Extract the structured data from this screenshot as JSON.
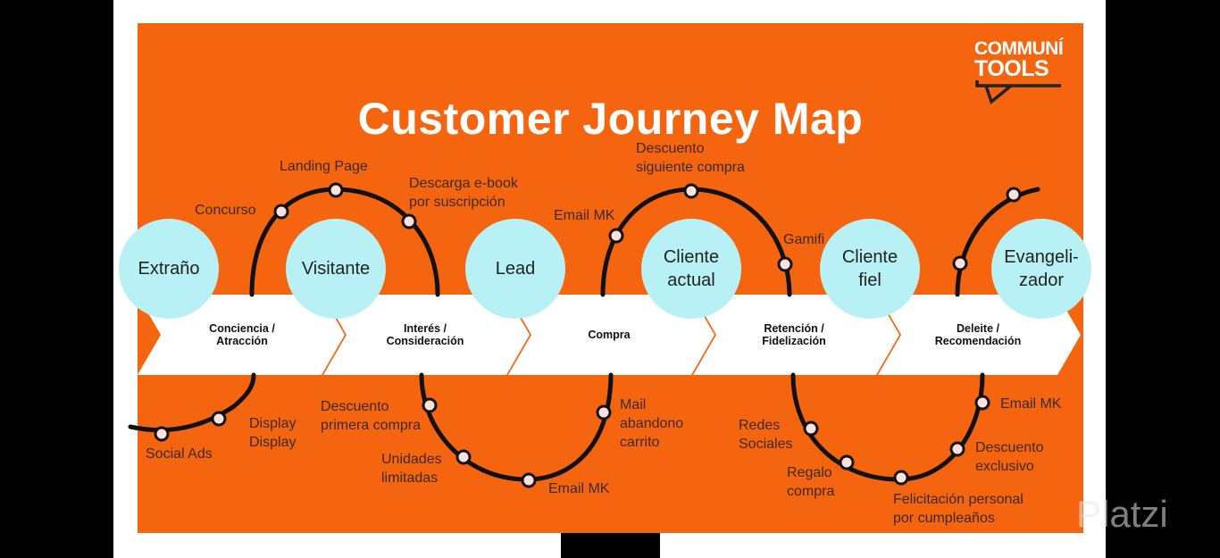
{
  "title": "Customer Journey Map",
  "logo": {
    "line1": "COMMUNÍ",
    "line2": "TOOLS"
  },
  "colors": {
    "panel": "#f5650f",
    "persona": "#b8f1f5",
    "arrow": "#ffffff"
  },
  "stages": [
    {
      "l1": "Conciencia /",
      "l2": "Atracción"
    },
    {
      "l1": "Interés /",
      "l2": "Consideración"
    },
    {
      "l1": "Compra",
      "l2": ""
    },
    {
      "l1": "Retención /",
      "l2": "Fidelización"
    },
    {
      "l1": "Deleite /",
      "l2": "Recomendación"
    }
  ],
  "personas": [
    {
      "l1": "Extraño",
      "l2": ""
    },
    {
      "l1": "Visitante",
      "l2": ""
    },
    {
      "l1": "Lead",
      "l2": ""
    },
    {
      "l1": "Cliente",
      "l2": "actual"
    },
    {
      "l1": "Cliente",
      "l2": "fiel"
    },
    {
      "l1": "Evangeli-",
      "l2": "zador"
    }
  ],
  "touchpoints": {
    "social_ads": "Social Ads",
    "display_1": "Display",
    "display_2": "Display",
    "concurso": "Concurso",
    "landing_page": "Landing Page",
    "descarga_1": "Descarga e-book",
    "descarga_2": "por suscripción",
    "descuento_pc_1": "Descuento",
    "descuento_pc_2": "primera compra",
    "unidades_1": "Unidades",
    "unidades_2": "limitadas",
    "email_mk_bottom": "Email MK",
    "mail_ab_1": "Mail",
    "mail_ab_2": "abandono",
    "mail_ab_3": "carrito",
    "email_mk_top": "Email MK",
    "descuento_sc_1": "Descuento",
    "descuento_sc_2": "siguiente compra",
    "gamifi": "Gamifi",
    "redes_1": "Redes",
    "redes_2": "Sociales",
    "regalo_1": "Regalo",
    "regalo_2": "compra",
    "felicitacion_1": "Felicitación personal",
    "felicitacion_2": "por cumpleaños",
    "descuento_ex_1": "Descuento",
    "descuento_ex_2": "exclusivo",
    "email_mk_right": "Email MK"
  },
  "watermark": "Platzi"
}
